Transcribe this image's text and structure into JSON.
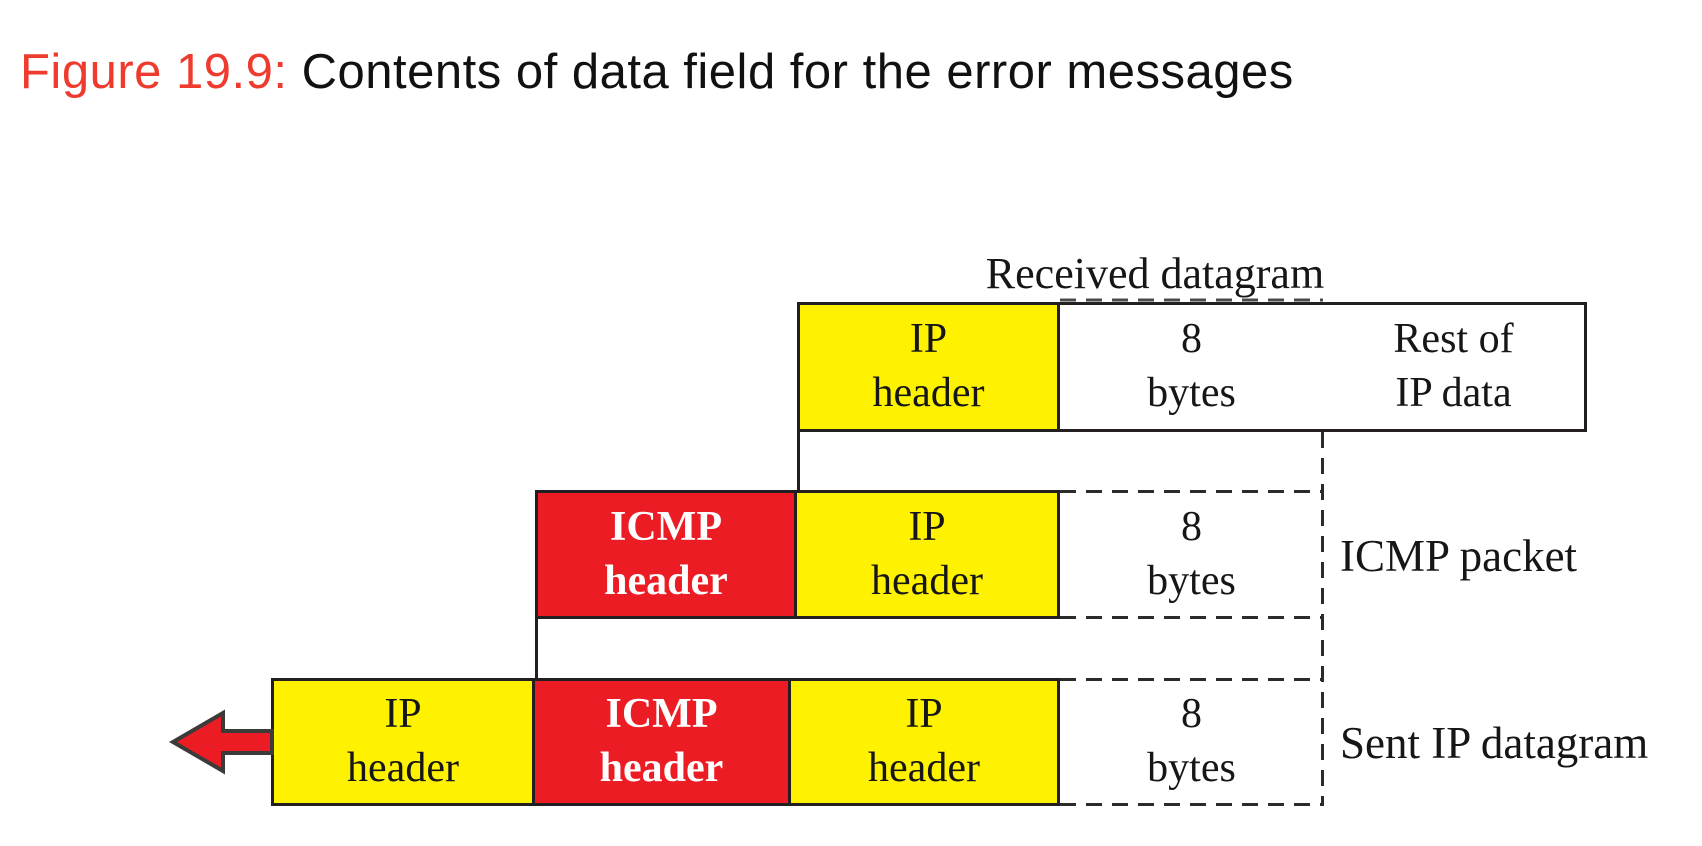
{
  "title": {
    "figure_label": "Figure 19.9:",
    "caption": " Contents of data field for the error messages"
  },
  "colors": {
    "title_red": "#EE3B2E",
    "box_yellow": "#FFF200",
    "box_red": "#EC1C24",
    "line_dark": "#231F20",
    "dash_dark": "#2B2B2B",
    "icmp_text": "#FFFFFF"
  },
  "diagram": {
    "received_label": "Received datagram",
    "row1": {
      "cells": [
        {
          "text": "IP\nheader",
          "fill": "yellow"
        },
        {
          "text": "8\nbytes",
          "fill": "white"
        },
        {
          "text": "Rest of\nIP data",
          "fill": "white"
        }
      ]
    },
    "row2": {
      "label": "ICMP packet",
      "cells": [
        {
          "text": "ICMP\nheader",
          "fill": "red"
        },
        {
          "text": "IP\nheader",
          "fill": "yellow"
        },
        {
          "text": "8\nbytes",
          "fill": "none"
        }
      ]
    },
    "row3": {
      "label": "Sent IP datagram",
      "cells": [
        {
          "text": "IP\nheader",
          "fill": "yellow"
        },
        {
          "text": "ICMP\nheader",
          "fill": "red"
        },
        {
          "text": "IP\nheader",
          "fill": "yellow"
        },
        {
          "text": "8\nbytes",
          "fill": "none"
        }
      ]
    }
  }
}
